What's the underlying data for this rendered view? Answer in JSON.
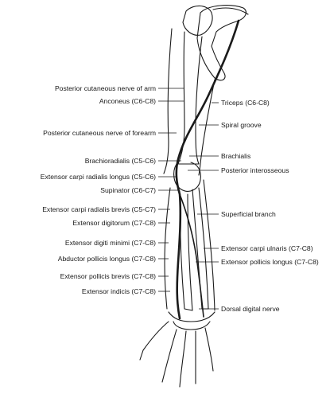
{
  "labels_left": [
    "Posterior cutaneous nerve of arm",
    "Anconeus (C6-C8)",
    "Posterior cutaneous nerve of forearm",
    "Brachioradialis (C5-C6)",
    "Extensor carpi radialis longus (C5-C6)",
    "Supinator (C6-C7)",
    "Extensor carpi radialis brevis (C5-C7)",
    "Extensor digitorum (C7-C8)",
    "Extensor digiti minimi (C7-C8)",
    "Abductor pollicis longus (C7-C8)",
    "Extensor pollicis brevis (C7-C8)",
    "Extensor indicis (C7-C8)"
  ],
  "labels_right": [
    "Triceps (C6-C8)",
    "Spiral groove",
    "Brachialis",
    "Posterior interosseous",
    "Superficial branch",
    "Extensor carpi ulnaris (C7-C8)",
    "Extensor pollicis longus (C7-C8)",
    "Dorsal digital nerve"
  ],
  "colors": {
    "ink": "#1a1a1a",
    "background": "#ffffff"
  }
}
